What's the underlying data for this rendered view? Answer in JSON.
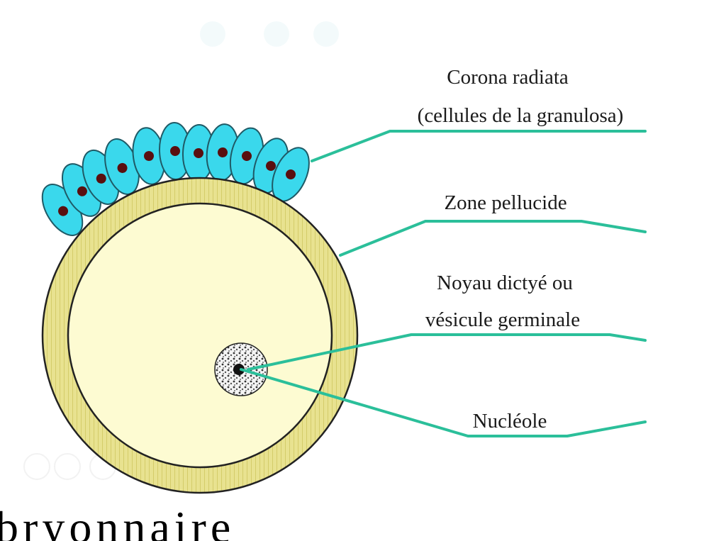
{
  "labels": {
    "corona_line1": "Corona radiata",
    "corona_line2": "(cellules de la granulosa)",
    "zone": "Zone pellucide",
    "noyau_line1": "Noyau dictyé ou",
    "noyau_line2": "vésicule germinale",
    "nucleole": "Nucléole"
  },
  "bottom_text": "bryonnaire",
  "colors": {
    "corona_cells": "#3ad8ec",
    "zone_pellucide": "#e6e08a",
    "cytoplasm": "#fdfbd2",
    "leader_lines": "#2bbf9a",
    "cell_nuclei": "#5a0f0f",
    "nucleus": "#d8d8d8"
  }
}
